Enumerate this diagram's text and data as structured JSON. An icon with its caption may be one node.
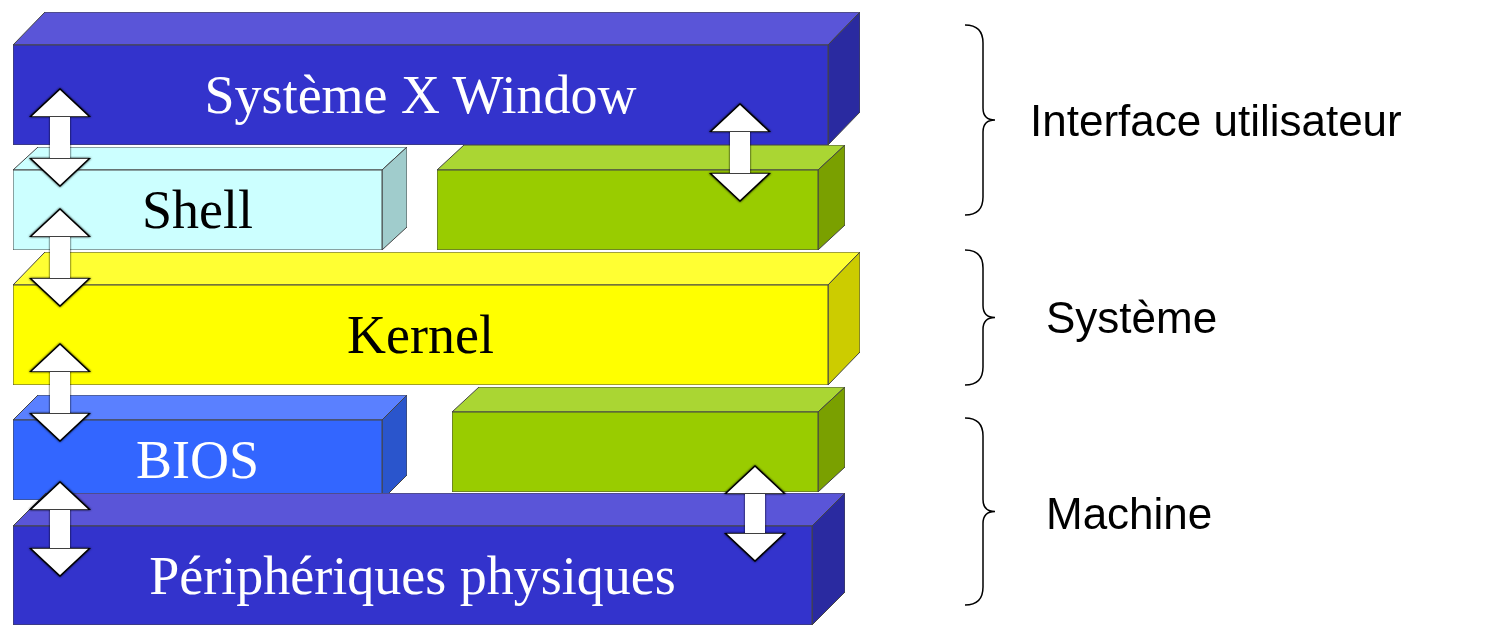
{
  "diagram": {
    "nodes": [
      {
        "text": [
          "Système X Window"
        ]
      },
      {
        "text": [
          "Shell"
        ]
      },
      {
        "text": [],
        "shape": "box"
      },
      {
        "text": [
          "Kernel"
        ]
      },
      {
        "text": [
          "BIOS"
        ]
      },
      {
        "text": [],
        "shape": "box"
      },
      {
        "text": [
          "Périphériques physiques"
        ]
      }
    ],
    "edges": [
      {
        "from": 0,
        "to": 1,
        "arrow": "both"
      },
      {
        "from": 0,
        "to": 2,
        "arrow": "both"
      },
      {
        "from": 1,
        "to": 3,
        "arrow": "both"
      },
      {
        "from": 3,
        "to": 4,
        "arrow": "both"
      },
      {
        "from": 4,
        "to": 6,
        "arrow": "both"
      },
      {
        "from": 5,
        "to": 6,
        "arrow": "both"
      }
    ],
    "labels": [
      "Interface utilisateur",
      "Système",
      "Machine"
    ]
  }
}
